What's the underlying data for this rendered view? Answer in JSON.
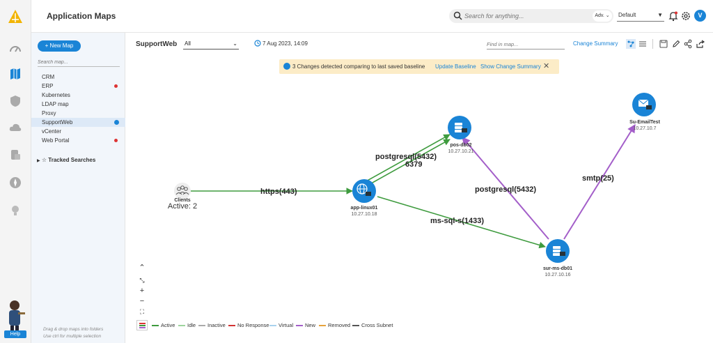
{
  "app": {
    "title": "Application Maps"
  },
  "search": {
    "placeholder": "Search for anything...",
    "adv_label": "Adv. ⌄"
  },
  "profile": {
    "selected": "Default",
    "avatar_letter": "V"
  },
  "sidebar": {
    "new_map_label": "+ New Map",
    "search_placeholder": "Search map...",
    "items": [
      {
        "label": "CRM",
        "marker": ""
      },
      {
        "label": "ERP",
        "marker": "red-dot"
      },
      {
        "label": "Kubernetes",
        "marker": ""
      },
      {
        "label": "LDAP map",
        "marker": ""
      },
      {
        "label": "Proxy",
        "marker": ""
      },
      {
        "label": "SupportWeb",
        "marker": "sync-icon",
        "active": true
      },
      {
        "label": "vCenter",
        "marker": ""
      },
      {
        "label": "Web Portal",
        "marker": "red-dot"
      }
    ],
    "tracked_label": "Tracked Searches",
    "hint_line1": "Drag & drop maps into folders",
    "hint_line2": "Use ctrl for multiple selection"
  },
  "map": {
    "name": "SupportWeb",
    "filter": "All",
    "timestamp": "7 Aug 2023, 14:09",
    "find_placeholder": "Find in map...",
    "change_summary": "Change Summary"
  },
  "banner": {
    "text": "3 Changes detected comparing to last saved baseline",
    "update": "Update Baseline",
    "show": "Show Change Summary",
    "close": "✕"
  },
  "colors": {
    "active": "#3e9b3e",
    "new": "#a35ec9",
    "node": "#1a84d6"
  },
  "graph": {
    "nodes": [
      {
        "id": "clients",
        "label": "Clients",
        "sub": "Active: 2"
      },
      {
        "id": "app",
        "label": "app-linux01",
        "ip": "10.27.10.18"
      },
      {
        "id": "pos",
        "label": "pos-db02",
        "ip": "10.27.10.21"
      },
      {
        "id": "sur",
        "label": "sur-ms-db01",
        "ip": "10.27.10.16"
      },
      {
        "id": "email",
        "label": "Su-EmailTest",
        "ip": "10.27.10.7"
      }
    ],
    "edges": [
      {
        "label": "https(443)",
        "status": "Active"
      },
      {
        "label": "postgresql(5432)",
        "status": "Active"
      },
      {
        "label": "6379",
        "status": "Active"
      },
      {
        "label": "ms-sql-s(1433)",
        "status": "Active"
      },
      {
        "label": "postgresql(5432)",
        "status": "New"
      },
      {
        "label": "smtp(25)",
        "status": "New"
      }
    ]
  },
  "legend": [
    {
      "label": "Active",
      "color": "#3e9b3e"
    },
    {
      "label": "Idle",
      "color": "#9ed49e"
    },
    {
      "label": "Inactive",
      "color": "#aaaaaa"
    },
    {
      "label": "No Response",
      "color": "#d33333"
    },
    {
      "label": "Virtual",
      "color": "#a9d3ee"
    },
    {
      "label": "New",
      "color": "#a35ec9"
    },
    {
      "label": "Removed",
      "color": "#e6a23c"
    },
    {
      "label": "Cross Subnet",
      "color": "#555555"
    }
  ],
  "help_label": "Help"
}
